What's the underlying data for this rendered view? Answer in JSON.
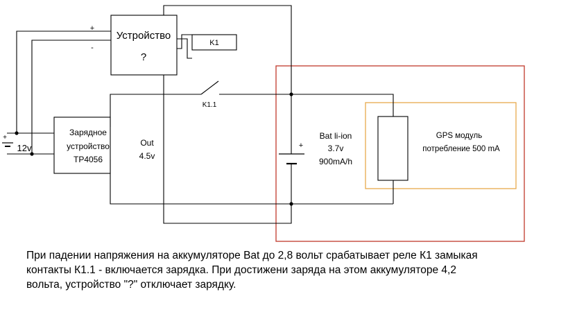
{
  "device": {
    "title": "Устройство",
    "mark": "?"
  },
  "relay": {
    "label": "K1"
  },
  "switch": {
    "label": "K1.1"
  },
  "supply": {
    "voltage": "12v",
    "plus": "+"
  },
  "charger": {
    "line1": "Зарядное",
    "line2": "устройство",
    "line3": "TP4056"
  },
  "output": {
    "line1": "Out",
    "line2": "4.5v"
  },
  "battery": {
    "plus": "+",
    "line1": "Bat li-ion",
    "line2": "3.7v",
    "line3": "900mA/h"
  },
  "gps": {
    "line1": "GPS модуль",
    "line2": "потребление 500 mA"
  },
  "device_input": {
    "plus": "+",
    "minus": "-"
  },
  "caption": {
    "line1": "При падении напряжения на аккумуляторе Bat до 2,8 вольт срабатывает реле К1 замыкая",
    "line2": "контакты К1.1 - включается зарядка. При достижени заряда на этом аккумуляторе 4,2",
    "line3": "вольта, устройство \"?\" отключает зарядку."
  },
  "colors": {
    "outline_red": "#c0392b",
    "outline_orange": "#e8a94c",
    "wire": "#000000"
  }
}
